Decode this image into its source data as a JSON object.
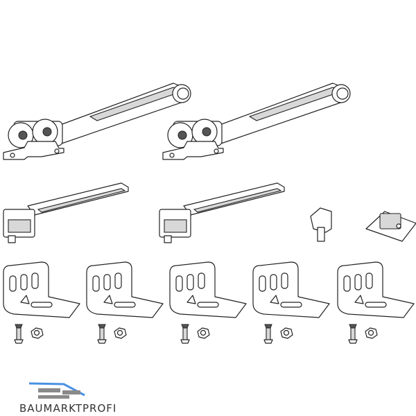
{
  "brand": {
    "name": "BAUMARKTPROFI",
    "roof_color": "#4a90e2",
    "block_color": "#8a8a8a"
  },
  "product": {
    "parts": [
      {
        "name": "roller-carriage-with-damper",
        "count": 2
      },
      {
        "name": "soft-close-damper",
        "count": 2
      },
      {
        "name": "track-stopper",
        "count": 1
      },
      {
        "name": "activator-clip",
        "count": 1
      },
      {
        "name": "angle-bracket",
        "count": 5
      },
      {
        "name": "screw",
        "count": 5
      },
      {
        "name": "flange-nut",
        "count": 5
      }
    ]
  }
}
